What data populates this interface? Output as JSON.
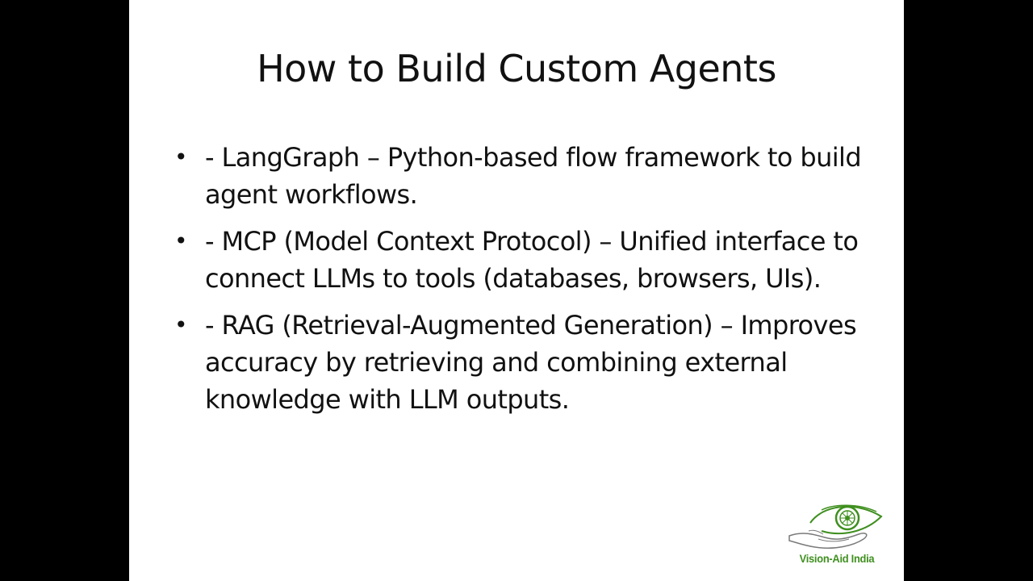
{
  "slide": {
    "title": "How to Build Custom Agents",
    "bullet_symbol": "•",
    "bullets": [
      "- LangGraph – Python-based flow framework to build agent workflows.",
      "- MCP (Model Context Protocol) – Unified interface to connect LLMs to tools (databases, browsers, UIs).",
      "- RAG (Retrieval-Augmented Generation) – Improves accuracy by retrieving and combining external knowledge with LLM outputs."
    ]
  },
  "logo": {
    "text": "Vision-Aid India",
    "icon": "eye-hand-chakra-icon",
    "color": "#3f8f1f"
  }
}
